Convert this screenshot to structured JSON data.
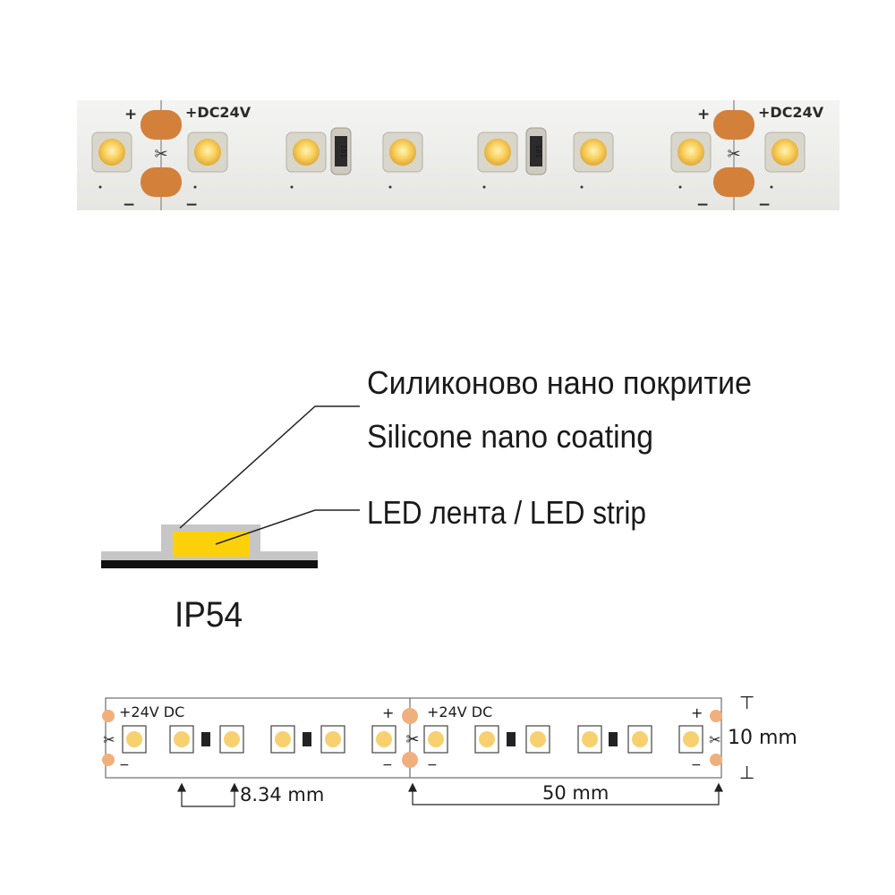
{
  "photo_strip": {
    "plus": "+",
    "minus": "−",
    "voltage_left": "+DC24V",
    "voltage_right": "+DC24V",
    "resistor_code": "181"
  },
  "cross_section": {
    "coating_label_bg": "Силиконово нано покритие",
    "coating_label_en": "Silicone nano coating",
    "strip_label": "LED лента / LED strip",
    "rating": "IP54"
  },
  "drawing": {
    "voltage_left": "+24V DC",
    "voltage_right": "+24V DC",
    "plus": "+",
    "minus": "−",
    "pitch": "8.34 mm",
    "cut_length": "50 mm",
    "width": "10 mm",
    "tick_top": "⊤",
    "tick_bottom": "⊥"
  },
  "colors": {
    "led": "#f7d070",
    "pad": "#d9843a",
    "pad_light": "#f0b58a",
    "coating": "#c8c8c8",
    "strip": "#fdd10a",
    "base": "#111111"
  }
}
